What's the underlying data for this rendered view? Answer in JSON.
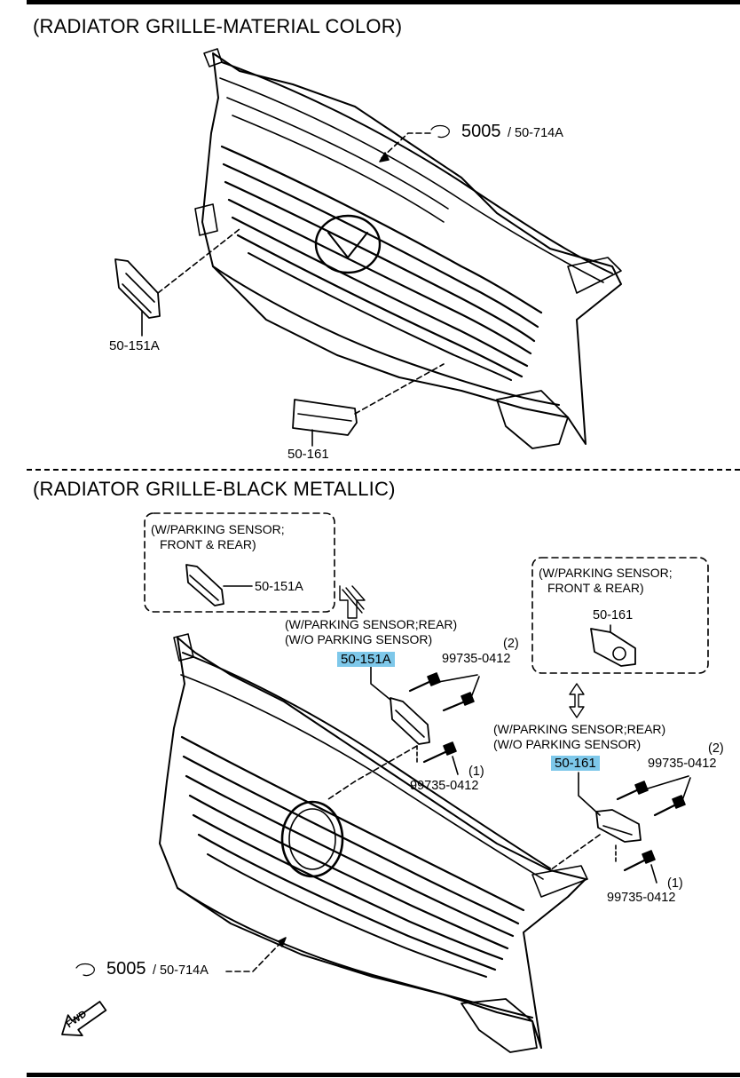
{
  "sections": {
    "top_title": "(RADIATOR GRILLE-MATERIAL COLOR)",
    "bottom_title": "(RADIATOR GRILLE-BLACK METALLIC)"
  },
  "top": {
    "grille_code_main": "5005",
    "grille_code_sub": "/ 50-714A",
    "left_part": "50-151A",
    "lower_part": "50-161"
  },
  "bottom": {
    "box_left": {
      "line1": "(W/PARKING SENSOR;",
      "line2": "FRONT & REAR)",
      "part": "50-151A"
    },
    "box_right": {
      "line1": "(W/PARKING SENSOR;",
      "line2": "FRONT & REAR)",
      "part": "50-161"
    },
    "left_cond_line1": "(W/PARKING SENSOR;REAR)",
    "left_cond_line2": "(W/O PARKING SENSOR)",
    "left_part_highlight": "50-151A",
    "right_cond_line1": "(W/PARKING SENSOR;REAR)",
    "right_cond_line2": "(W/O PARKING SENSOR)",
    "right_part_highlight": "50-161",
    "bolt_code": "99735-0412",
    "qty_2": "(2)",
    "qty_1": "(1)",
    "grille_code_main": "5005",
    "grille_code_sub": "/ 50-714A",
    "fwd": "FWD"
  },
  "colors": {
    "highlight": "#7ec8ea",
    "ink": "#000000"
  }
}
